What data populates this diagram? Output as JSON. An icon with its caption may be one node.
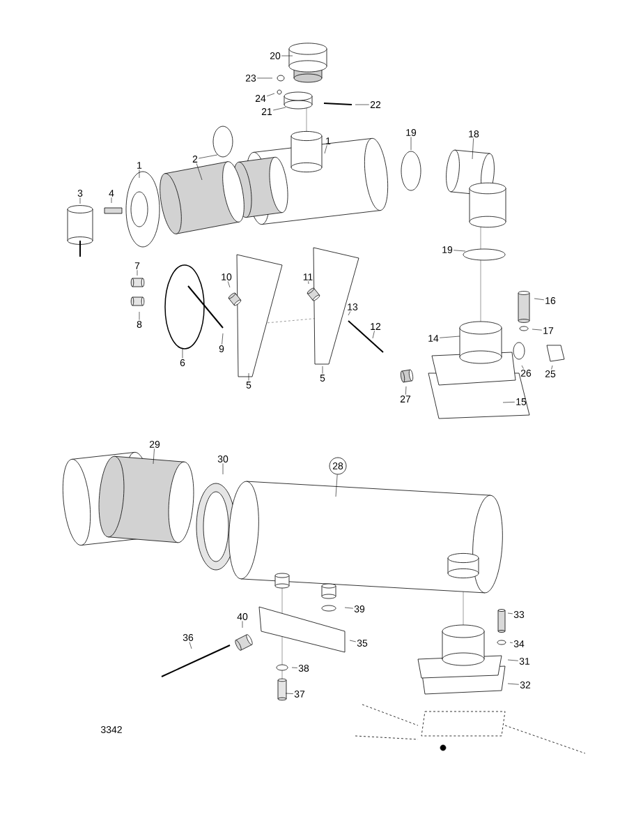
{
  "diagram": {
    "nodes": [
      {
        "text": [
          "20"
        ]
      },
      {
        "text": [
          "23"
        ]
      },
      {
        "text": [
          "24"
        ]
      },
      {
        "text": [
          "21"
        ]
      },
      {
        "text": [
          "22"
        ]
      },
      {
        "text": [
          "1"
        ]
      },
      {
        "text": [
          "19"
        ]
      },
      {
        "text": [
          "18"
        ]
      },
      {
        "text": [
          "2"
        ]
      },
      {
        "text": [
          "1"
        ]
      },
      {
        "text": [
          "3"
        ]
      },
      {
        "text": [
          "4"
        ]
      },
      {
        "text": [
          "19"
        ]
      },
      {
        "text": [
          "7"
        ]
      },
      {
        "text": [
          "10"
        ]
      },
      {
        "text": [
          "11"
        ]
      },
      {
        "text": [
          "16"
        ]
      },
      {
        "text": [
          "13"
        ]
      },
      {
        "text": [
          "8"
        ]
      },
      {
        "text": [
          "12"
        ]
      },
      {
        "text": [
          "17"
        ]
      },
      {
        "text": [
          "14"
        ]
      },
      {
        "text": [
          "9"
        ]
      },
      {
        "text": [
          "6"
        ]
      },
      {
        "text": [
          "26"
        ]
      },
      {
        "text": [
          "25"
        ]
      },
      {
        "text": [
          "5"
        ]
      },
      {
        "text": [
          "5"
        ]
      },
      {
        "text": [
          "27"
        ]
      },
      {
        "text": [
          "15"
        ]
      },
      {
        "text": [
          "29"
        ]
      },
      {
        "text": [
          "30"
        ]
      },
      {
        "text": [
          "28"
        ]
      },
      {
        "text": [
          "39"
        ]
      },
      {
        "text": [
          "33"
        ]
      },
      {
        "text": [
          "40"
        ]
      },
      {
        "text": [
          "34"
        ]
      },
      {
        "text": [
          "36"
        ]
      },
      {
        "text": [
          "35"
        ]
      },
      {
        "text": [
          "31"
        ]
      },
      {
        "text": [
          "38"
        ]
      },
      {
        "text": [
          "32"
        ]
      },
      {
        "text": [
          "37"
        ]
      }
    ],
    "edges": [
      {
        "from": 0,
        "to": null,
        "arrow": "none"
      },
      {
        "from": 1,
        "to": null,
        "arrow": "none"
      },
      {
        "from": 2,
        "to": null,
        "arrow": "none"
      },
      {
        "from": 3,
        "to": null,
        "arrow": "none"
      },
      {
        "from": 4,
        "to": null,
        "arrow": "none"
      },
      {
        "from": 5,
        "to": null,
        "arrow": "none"
      },
      {
        "from": 6,
        "to": null,
        "arrow": "none"
      },
      {
        "from": 7,
        "to": null,
        "arrow": "none"
      },
      {
        "from": 8,
        "to": null,
        "arrow": "none"
      },
      {
        "from": 8,
        "to": null,
        "arrow": "none"
      },
      {
        "from": 9,
        "to": null,
        "arrow": "none"
      },
      {
        "from": 10,
        "to": null,
        "arrow": "none"
      },
      {
        "from": 11,
        "to": null,
        "arrow": "none"
      },
      {
        "from": 12,
        "to": null,
        "arrow": "none"
      },
      {
        "from": 13,
        "to": null,
        "arrow": "none"
      },
      {
        "from": 14,
        "to": null,
        "arrow": "none"
      },
      {
        "from": 15,
        "to": null,
        "arrow": "none"
      },
      {
        "from": 16,
        "to": null,
        "arrow": "none"
      },
      {
        "from": 17,
        "to": null,
        "arrow": "none"
      },
      {
        "from": 18,
        "to": null,
        "arrow": "none"
      },
      {
        "from": 19,
        "to": null,
        "arrow": "none"
      },
      {
        "from": 20,
        "to": null,
        "arrow": "none"
      },
      {
        "from": 21,
        "to": null,
        "arrow": "none"
      },
      {
        "from": 22,
        "to": null,
        "arrow": "none"
      },
      {
        "from": 23,
        "to": null,
        "arrow": "none"
      },
      {
        "from": 24,
        "to": null,
        "arrow": "none"
      },
      {
        "from": 25,
        "to": null,
        "arrow": "none"
      },
      {
        "from": 26,
        "to": null,
        "arrow": "none"
      },
      {
        "from": 27,
        "to": null,
        "arrow": "none"
      },
      {
        "from": 28,
        "to": null,
        "arrow": "none"
      },
      {
        "from": 29,
        "to": null,
        "arrow": "none"
      },
      {
        "from": 30,
        "to": null,
        "arrow": "none"
      },
      {
        "from": 31,
        "to": null,
        "arrow": "none"
      },
      {
        "from": 32,
        "to": null,
        "arrow": "none"
      },
      {
        "from": 33,
        "to": null,
        "arrow": "none"
      },
      {
        "from": 34,
        "to": null,
        "arrow": "none"
      },
      {
        "from": 35,
        "to": null,
        "arrow": "none"
      },
      {
        "from": 36,
        "to": null,
        "arrow": "none"
      },
      {
        "from": 37,
        "to": null,
        "arrow": "none"
      },
      {
        "from": 38,
        "to": null,
        "arrow": "none"
      },
      {
        "from": 39,
        "to": null,
        "arrow": "none"
      },
      {
        "from": 40,
        "to": null,
        "arrow": "none"
      },
      {
        "from": 41,
        "to": null,
        "arrow": "none"
      },
      {
        "from": 42,
        "to": null,
        "arrow": "none"
      }
    ],
    "labels": [
      "3342"
    ]
  }
}
